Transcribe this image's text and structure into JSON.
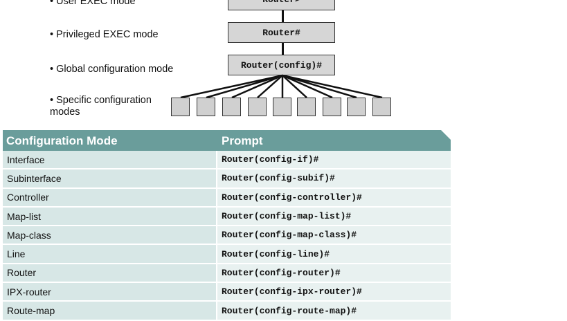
{
  "diagram": {
    "labels": {
      "user_exec": "• User EXEC mode",
      "privileged_exec": "• Privileged EXEC mode",
      "global_config": "• Global configuration mode",
      "specific_config_line1": "• Specific configuration",
      "specific_config_line2": "modes"
    },
    "prompts": {
      "user_exec": "Router>",
      "privileged_exec": "Router#",
      "global_config": "Router(config)#"
    }
  },
  "table": {
    "headers": {
      "mode": "Configuration Mode",
      "prompt": "Prompt"
    },
    "rows": [
      {
        "mode": "Interface",
        "prompt": "Router(config-if)#"
      },
      {
        "mode": "Subinterface",
        "prompt": "Router(config-subif)#"
      },
      {
        "mode": "Controller",
        "prompt": "Router(config-controller)#"
      },
      {
        "mode": "Map-list",
        "prompt": "Router(config-map-list)#"
      },
      {
        "mode": "Map-class",
        "prompt": "Router(config-map-class)#"
      },
      {
        "mode": "Line",
        "prompt": "Router(config-line)#"
      },
      {
        "mode": "Router",
        "prompt": "Router(config-router)#"
      },
      {
        "mode": "IPX-router",
        "prompt": "Router(config-ipx-router)#"
      },
      {
        "mode": "Route-map",
        "prompt": "Router(config-route-map)#"
      }
    ]
  },
  "colors": {
    "header_bg": "#6a9d9b",
    "mode_cell_bg": "#d7e7e6",
    "prompt_cell_bg": "#e8f1f0",
    "box_bg": "#d6d6d6"
  }
}
